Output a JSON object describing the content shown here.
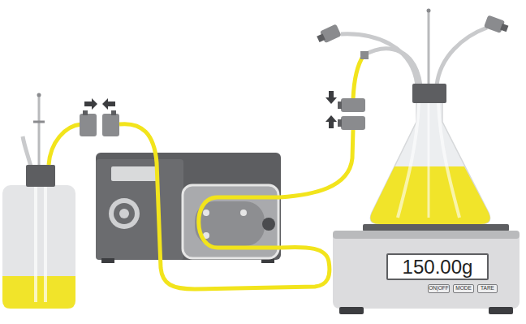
{
  "diagram": {
    "nodes": [
      {
        "text": [
          "150.00g"
        ]
      },
      {
        "text": [
          "ON|OFF"
        ]
      },
      {
        "text": [
          "MODE"
        ]
      },
      {
        "text": [
          "TARE"
        ]
      }
    ],
    "edges": []
  }
}
